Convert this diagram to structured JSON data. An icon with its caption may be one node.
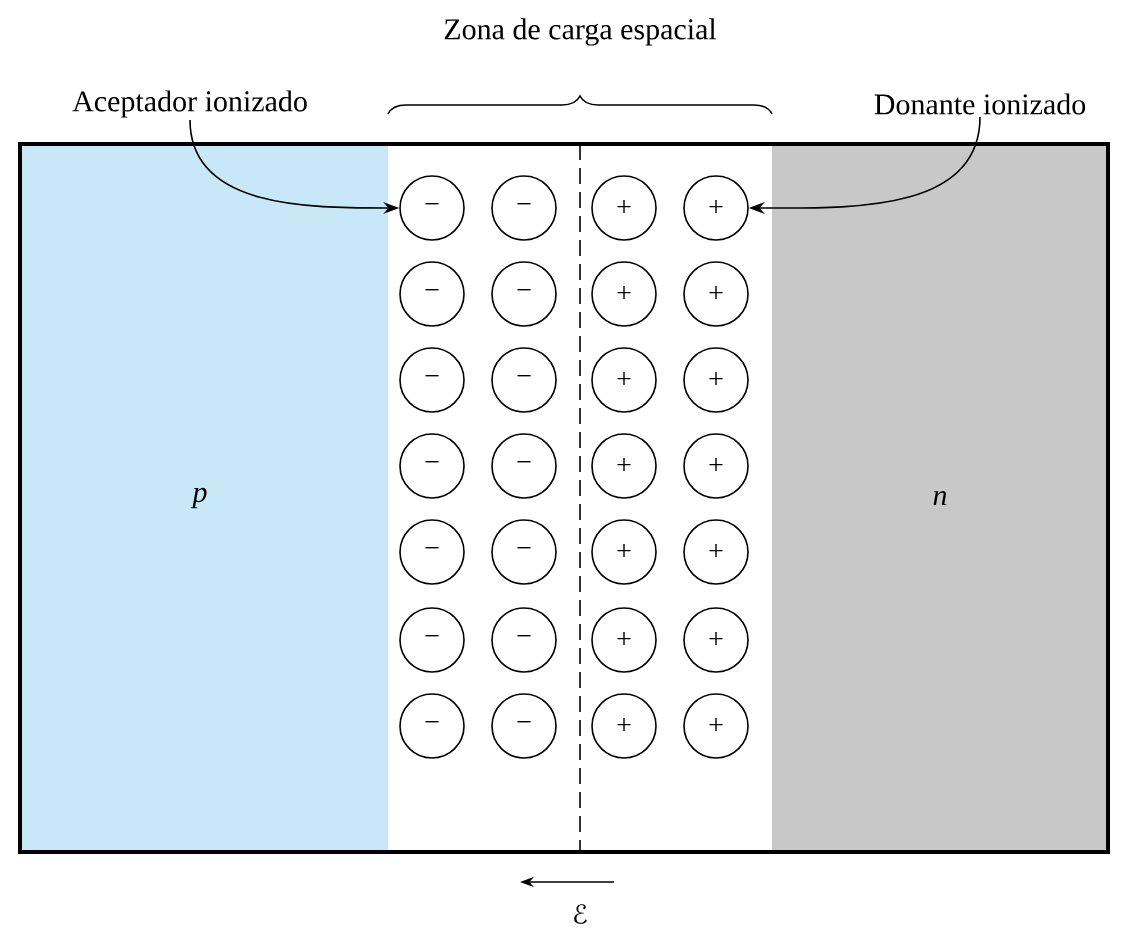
{
  "diagram": {
    "nodes": [
      {
        "text": [
          "Aceptador ionizado"
        ]
      },
      {
        "text": [
          "Donante ionizado"
        ]
      },
      {
        "text": [
          "−"
        ]
      },
      {
        "text": [
          "−"
        ]
      },
      {
        "text": [
          "+"
        ]
      },
      {
        "text": [
          "+"
        ]
      },
      {
        "text": [
          "−"
        ]
      },
      {
        "text": [
          "−"
        ]
      },
      {
        "text": [
          "+"
        ]
      },
      {
        "text": [
          "+"
        ]
      },
      {
        "text": [
          "−"
        ]
      },
      {
        "text": [
          "−"
        ]
      },
      {
        "text": [
          "+"
        ]
      },
      {
        "text": [
          "+"
        ]
      },
      {
        "text": [
          "−"
        ]
      },
      {
        "text": [
          "−"
        ]
      },
      {
        "text": [
          "+"
        ]
      },
      {
        "text": [
          "+"
        ]
      },
      {
        "text": [
          "−"
        ]
      },
      {
        "text": [
          "−"
        ]
      },
      {
        "text": [
          "+"
        ]
      },
      {
        "text": [
          "+"
        ]
      },
      {
        "text": [
          "−"
        ]
      },
      {
        "text": [
          "−"
        ]
      },
      {
        "text": [
          "+"
        ]
      },
      {
        "text": [
          "+"
        ]
      },
      {
        "text": [
          "−"
        ]
      },
      {
        "text": [
          "−"
        ]
      },
      {
        "text": [
          "+"
        ]
      },
      {
        "text": [
          "+"
        ]
      }
    ],
    "edges": [
      {
        "from": 0,
        "to": 2,
        "arrow": "to"
      },
      {
        "from": 1,
        "to": 5,
        "arrow": "to"
      }
    ],
    "labels": [
      "Zona de carga espacial",
      "p",
      "n",
      "ℰ"
    ]
  }
}
